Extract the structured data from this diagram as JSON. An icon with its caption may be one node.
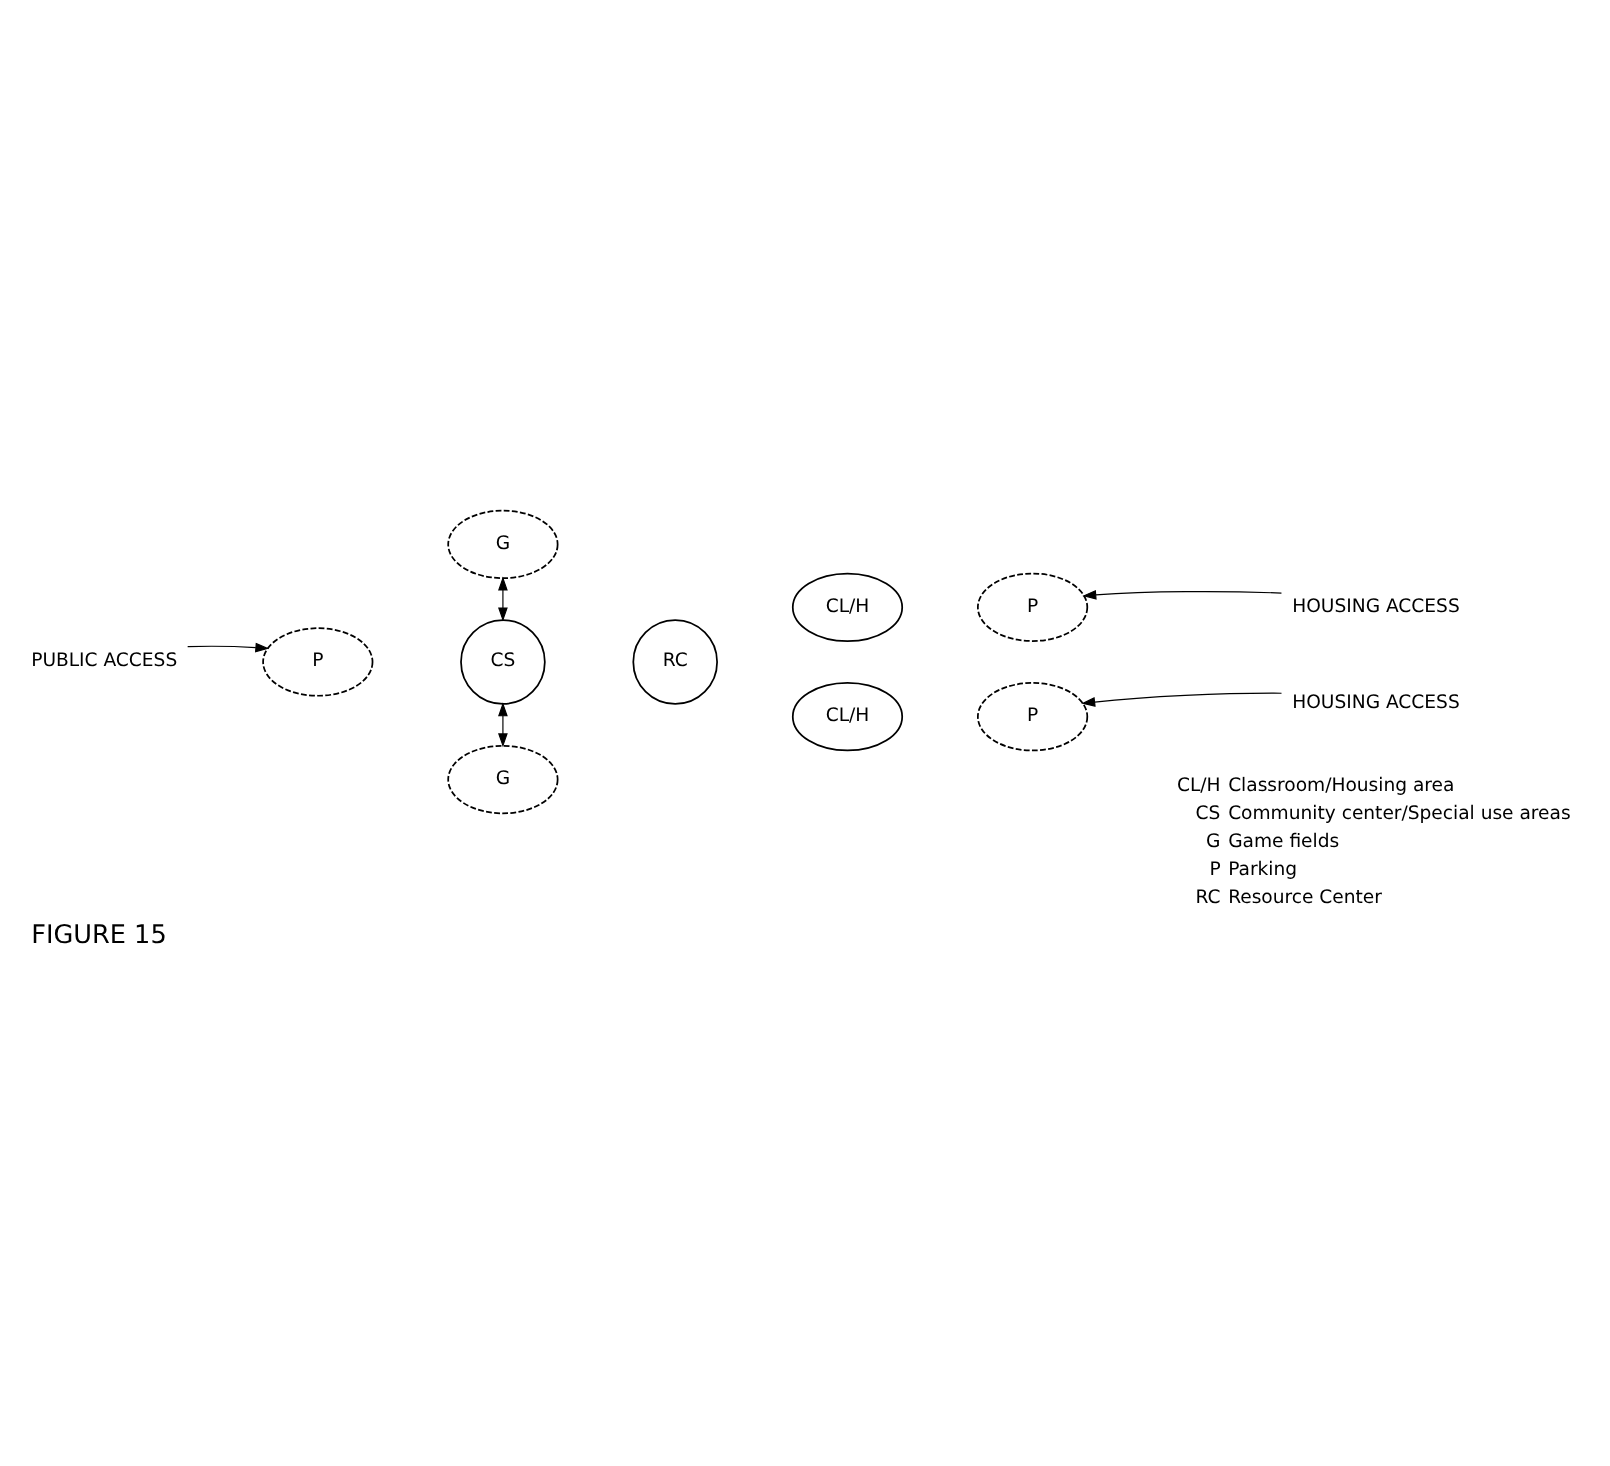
{
  "diagram": {
    "caption": "FIGURE 15",
    "nodes": [
      {
        "text": [
          "G"
        ]
      },
      {
        "text": [
          "P"
        ]
      },
      {
        "text": [
          "CS"
        ]
      },
      {
        "text": [
          "RC"
        ]
      },
      {
        "text": [
          "CL/H"
        ]
      },
      {
        "text": [
          "P"
        ]
      },
      {
        "text": [
          "G"
        ]
      },
      {
        "text": [
          "CL/H"
        ]
      },
      {
        "text": [
          "P"
        ]
      },
      {
        "text": [
          "PUBLIC ACCESS"
        ]
      },
      {
        "text": [
          "HOUSING ACCESS"
        ]
      },
      {
        "text": [
          "HOUSING ACCESS"
        ]
      }
    ],
    "edges": [
      {
        "from": 9,
        "to": 1,
        "arrow": "to"
      },
      {
        "from": 0,
        "to": 2,
        "arrow": "both"
      },
      {
        "from": 2,
        "to": 6,
        "arrow": "both"
      },
      {
        "from": 10,
        "to": 5,
        "arrow": "to"
      },
      {
        "from": 11,
        "to": 8,
        "arrow": "to"
      }
    ],
    "labels": [
      "CL/H",
      "Classroom/Housing area",
      "CS",
      "Community center/Special use areas",
      "G",
      "Game fields",
      "P",
      "Parking",
      "RC",
      "Resource Center"
    ]
  }
}
